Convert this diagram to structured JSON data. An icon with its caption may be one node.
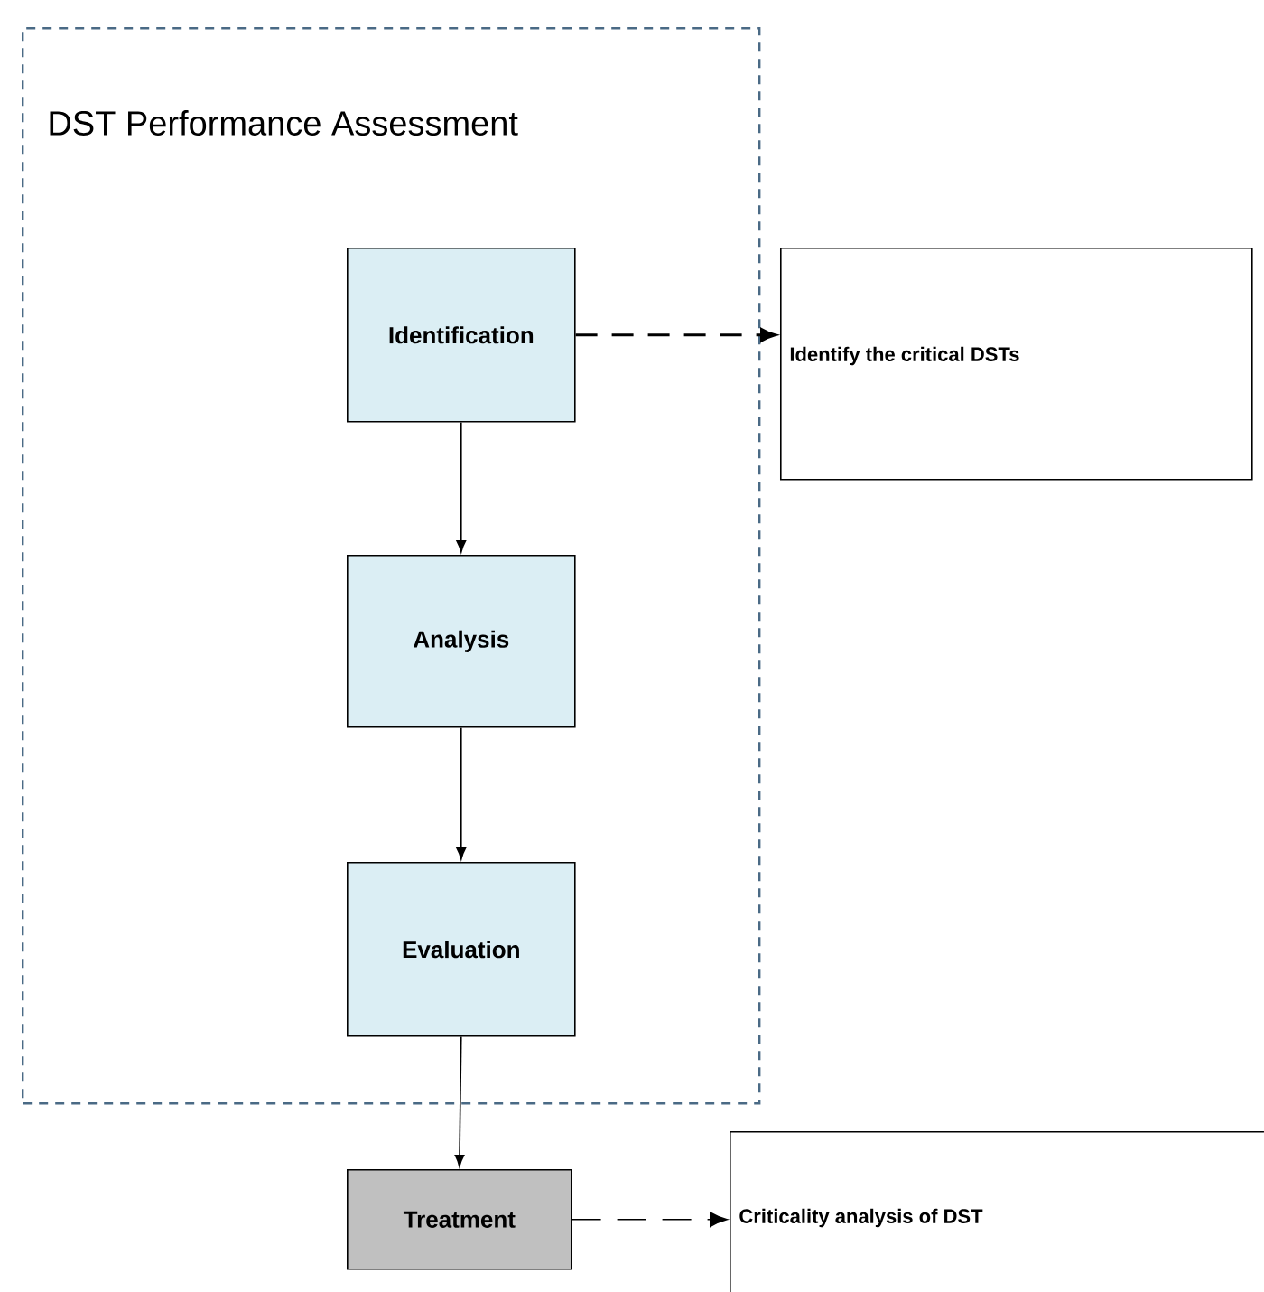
{
  "diagram": {
    "nodes": [
      {
        "text": [
          "DST Performance Assessment"
        ]
      },
      {
        "text": [
          "Identification"
        ],
        "in": 0
      },
      {
        "text": [
          "Analysis"
        ],
        "in": 0
      },
      {
        "text": [
          "Evaluation"
        ],
        "in": 0
      },
      {
        "text": [
          "Treatment"
        ]
      },
      {
        "text": [
          "Identify the critical DSTs"
        ]
      },
      {
        "text": [
          "Criticality analysis of DST"
        ]
      }
    ],
    "edges": [
      {
        "from": 1,
        "to": 2,
        "arrow": "to"
      },
      {
        "from": 2,
        "to": 3,
        "arrow": "to"
      },
      {
        "from": 3,
        "to": 4,
        "arrow": "to"
      },
      {
        "from": 1,
        "to": 5,
        "arrow": "to",
        "style": "dashed"
      },
      {
        "from": 4,
        "to": 6,
        "arrow": "to",
        "style": "dashed"
      }
    ]
  }
}
